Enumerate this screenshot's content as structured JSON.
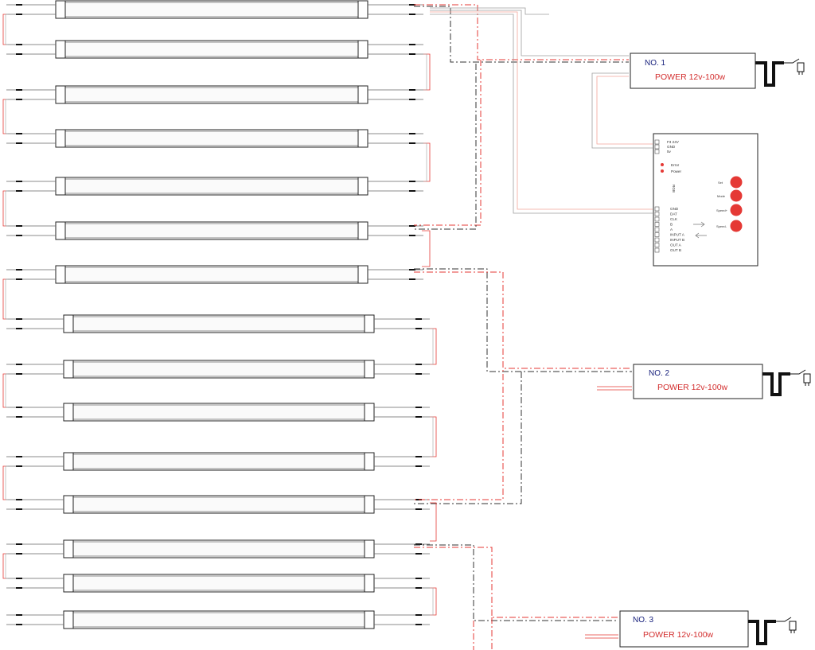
{
  "diagram": {
    "power_supplies": [
      {
        "number": "NO. 1",
        "rating": "POWER 12v-100w"
      },
      {
        "number": "NO. 2",
        "rating": "POWER 12v-100w"
      },
      {
        "number": "NO. 3",
        "rating": "POWER 12v-100w"
      }
    ],
    "controller": {
      "power_terminals": [
        "F3  24V",
        "GND",
        "5v"
      ],
      "indicators": [
        "Error",
        "Power"
      ],
      "vertical_label": "RGB",
      "signal_terminals": [
        "GND",
        "DAT",
        "CLK",
        "B",
        "A",
        "INPUT A",
        "INPUT B",
        "OUT A",
        "OUT B"
      ],
      "buttons": [
        "Set",
        "Mode",
        "Speed+",
        "Speed-"
      ]
    },
    "tube_count": 15,
    "colors": {
      "wire_black": "#333333",
      "wire_red": "#e53935",
      "wire_grey": "#9e9e9e",
      "button_red": "#e53935",
      "label_blue": "#1a237e",
      "label_red": "#d32f2f"
    }
  }
}
